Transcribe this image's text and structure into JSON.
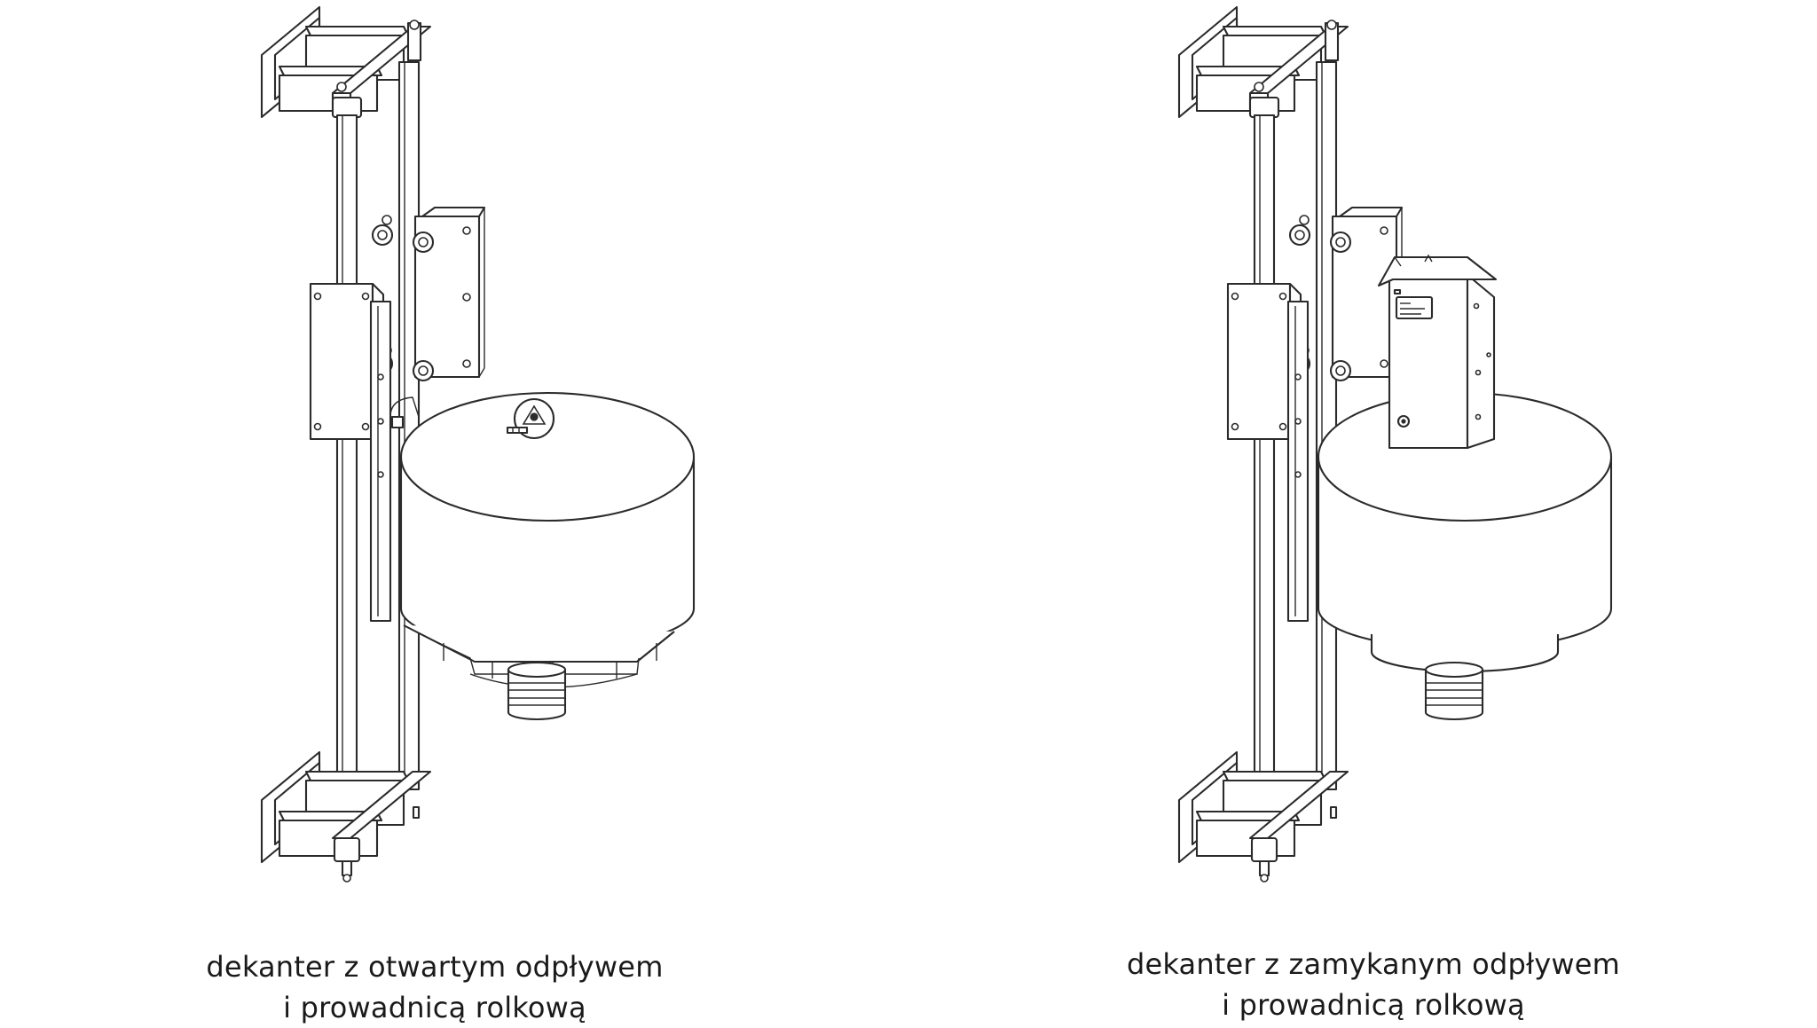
{
  "figures": [
    {
      "id": "open-outlet-decanter",
      "caption_line1": "dekanter z otwartym odpływem",
      "caption_line2": "i prowadnicą rolkową"
    },
    {
      "id": "closable-outlet-decanter",
      "caption_line1": "dekanter z zamykanym odpływem",
      "caption_line2": "i prowadnicą rolkową"
    }
  ],
  "colors": {
    "line": "#2b2b2b",
    "background": "#ffffff",
    "text": "#1a1a1a"
  }
}
